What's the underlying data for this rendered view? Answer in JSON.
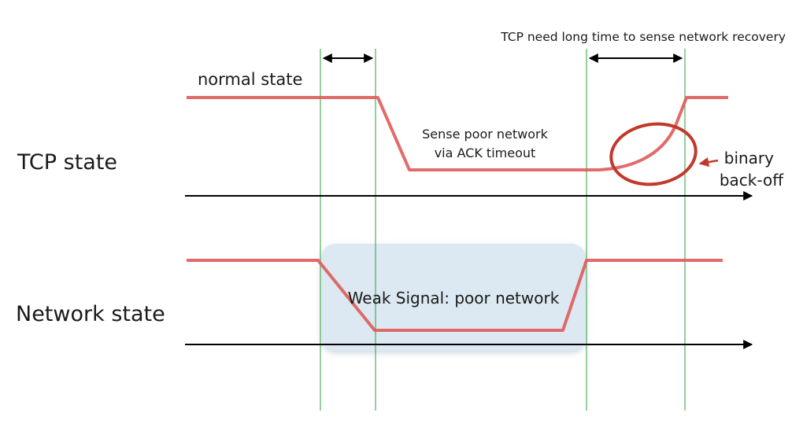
{
  "labels": {
    "tcp_state": "TCP state",
    "network_state": "Network state",
    "normal_state": "normal state",
    "sense_line1": "Sense poor network",
    "sense_line2": "via ACK timeout",
    "recovery_note": "TCP need long time to sense network recovery",
    "binary": "binary",
    "backoff": "back-off",
    "weak_signal": "Weak Signal: poor network"
  },
  "colors": {
    "signal": "#e05a5a",
    "marker": "#2e9e3e",
    "arrow": "#000000",
    "highlight_ring": "#c0392b",
    "weak_box": "#dce9f2"
  }
}
